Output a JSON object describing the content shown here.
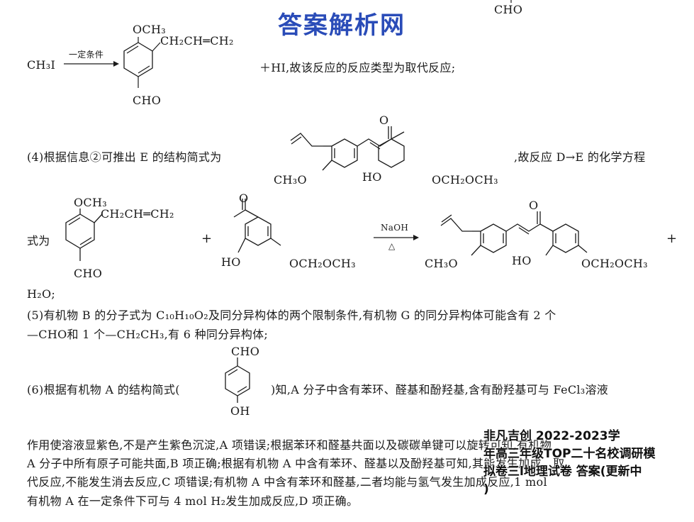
{
  "watermark": "答案解析网",
  "top_fragment": {
    "reagent": "CH₃I",
    "condition": "一定条件",
    "sub_och3": "OCH₃",
    "sub_allyl": "CH₂CH═CH₂",
    "sub_cho": "CHO",
    "stray_cho": "CHO",
    "tail": "＋HI,故该反应的反应类型为取代反应;"
  },
  "part4": {
    "intro": "(4)根据信息②可推出 E 的结构简式为",
    "after": ",故反应 D→E 的化学方程",
    "lead": "式为",
    "E_labels": {
      "o": "O",
      "ch3o": "CH₃O",
      "ho": "HO",
      "mom": "OCH₂OCH₃"
    },
    "D1_labels": {
      "och3": "OCH₃",
      "allyl": "CH₂CH═CH₂",
      "cho": "CHO"
    },
    "D2_labels": {
      "o": "O",
      "ho": "HO",
      "mom": "OCH₂OCH₃"
    },
    "plus": "+",
    "condition": "NaOH",
    "heat": "△",
    "water": "H₂O;"
  },
  "part5": {
    "line1": "(5)有机物 B 的分子式为 C₁₀H₁₀O₂及同分异构体的两个限制条件,有机物 G 的同分异构体可能含有 2 个",
    "line2": "—CHO和 1 个—CH₂CH₃,有 6 种同分异构体;"
  },
  "part6": {
    "before": "(6)根据有机物 A 的结构简式(",
    "after": ")知,A 分子中含有苯环、醛基和酚羟基,含有酚羟基可与 FeCl₃溶液",
    "cho": "CHO",
    "oh": "OH",
    "line2": "作用使溶液显紫色,不是产生紫色沉淀,A 项错误;根据苯环和醛基共面以及碳碳单键可以旋转可知,有机物",
    "line3": "A 分子中所有原子可能共面,B 项正确;根据有机物 A 中含有苯环、醛基以及酚羟基可知,其能发生加成、取",
    "line4": "代反应,不能发生消去反应,C 项错误;有机物 A 中含有苯环和醛基,二者均能与氢气发生加成反应,1 mol",
    "line5": "有机物 A 在一定条件下可与 4 mol H₂发生加成反应,D 项正确。"
  },
  "overlay": {
    "lines": [
      "非凡吉创 2022-2023学",
      "年高三年级TOP二十名校调研模",
      "拟卷三l地理试卷 答案(更新中",
      ")"
    ]
  }
}
